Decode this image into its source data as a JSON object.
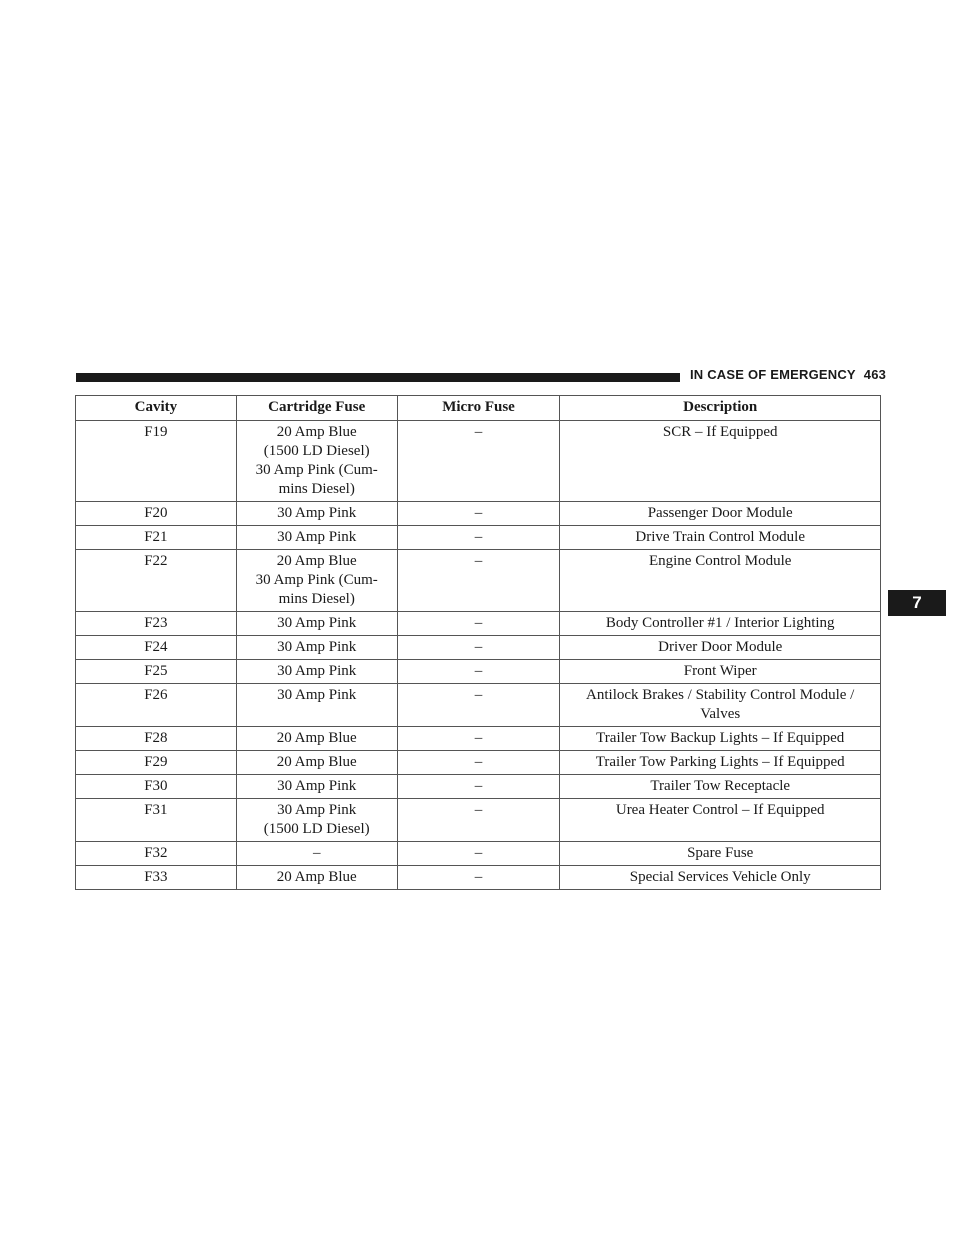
{
  "header": {
    "section_title": "IN CASE OF EMERGENCY",
    "page_number": "463"
  },
  "chapter_tab": "7",
  "table": {
    "columns": [
      "Cavity",
      "Cartridge Fuse",
      "Micro Fuse",
      "Description"
    ],
    "rows": [
      {
        "cavity": "F19",
        "cartridge": "20 Amp Blue\n(1500 LD Diesel)\n30 Amp Pink (Cum-\nmins Diesel)",
        "micro": "–",
        "description": "SCR – If Equipped"
      },
      {
        "cavity": "F20",
        "cartridge": "30 Amp Pink",
        "micro": "–",
        "description": "Passenger Door Module"
      },
      {
        "cavity": "F21",
        "cartridge": "30 Amp Pink",
        "micro": "–",
        "description": "Drive Train Control Module"
      },
      {
        "cavity": "F22",
        "cartridge": "20 Amp Blue\n30 Amp Pink (Cum-\nmins Diesel)",
        "micro": "–",
        "description": "Engine Control Module"
      },
      {
        "cavity": "F23",
        "cartridge": "30 Amp Pink",
        "micro": "–",
        "description": "Body Controller #1 / Interior Lighting"
      },
      {
        "cavity": "F24",
        "cartridge": "30 Amp Pink",
        "micro": "–",
        "description": "Driver Door Module"
      },
      {
        "cavity": "F25",
        "cartridge": "30 Amp Pink",
        "micro": "–",
        "description": "Front Wiper"
      },
      {
        "cavity": "F26",
        "cartridge": "30 Amp Pink",
        "micro": "–",
        "description": "Antilock Brakes / Stability Control Module /\nValves"
      },
      {
        "cavity": "F28",
        "cartridge": "20 Amp Blue",
        "micro": "–",
        "description": "Trailer Tow Backup Lights – If Equipped"
      },
      {
        "cavity": "F29",
        "cartridge": "20 Amp Blue",
        "micro": "–",
        "description": "Trailer Tow Parking Lights – If Equipped"
      },
      {
        "cavity": "F30",
        "cartridge": "30 Amp Pink",
        "micro": "–",
        "description": "Trailer Tow Receptacle"
      },
      {
        "cavity": "F31",
        "cartridge": "30 Amp Pink\n(1500 LD Diesel)",
        "micro": "–",
        "description": "Urea Heater Control – If Equipped"
      },
      {
        "cavity": "F32",
        "cartridge": "–",
        "micro": "–",
        "description": "Spare Fuse"
      },
      {
        "cavity": "F33",
        "cartridge": "20 Amp Blue",
        "micro": "–",
        "description": "Special Services Vehicle Only"
      }
    ]
  }
}
